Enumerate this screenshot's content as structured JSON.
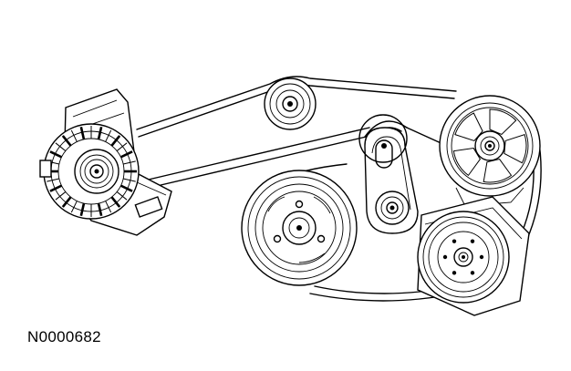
{
  "figure": {
    "identifier": "N0000682"
  },
  "components": [
    {
      "name": "generator-pulley",
      "icon": "generator-icon"
    },
    {
      "name": "idler-pulley",
      "icon": "idler-pulley-icon"
    },
    {
      "name": "belt-tensioner",
      "icon": "tensioner-icon"
    },
    {
      "name": "power-steering-pump-pulley",
      "icon": "pump-pulley-icon"
    },
    {
      "name": "crankshaft-pulley",
      "icon": "crankshaft-pulley-icon"
    },
    {
      "name": "ac-compressor-pulley",
      "icon": "ac-compressor-icon"
    },
    {
      "name": "accessory-drive-belt",
      "icon": "belt-icon"
    }
  ],
  "colors": {
    "line": "#000000",
    "background": "#ffffff"
  }
}
